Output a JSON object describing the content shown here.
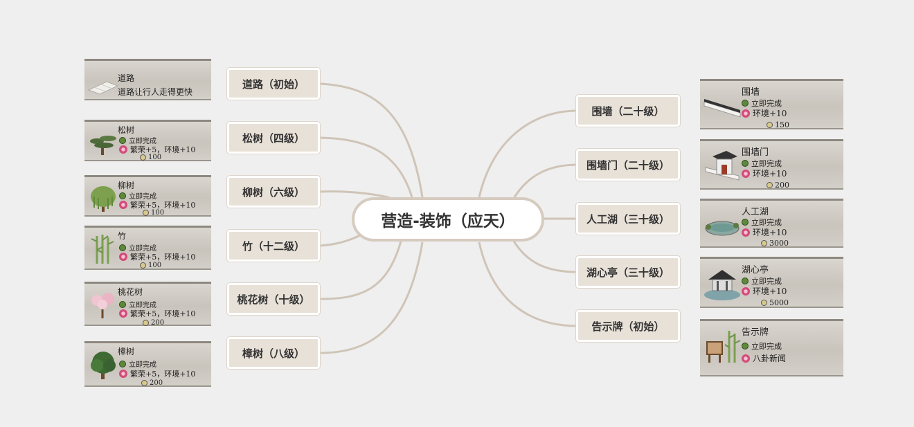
{
  "center": {
    "label": "营造-装饰（应天）"
  },
  "left_branches": [
    {
      "label": "道路（初始）"
    },
    {
      "label": "松树（四级）"
    },
    {
      "label": "柳树（六级）"
    },
    {
      "label": "竹（十二级）"
    },
    {
      "label": "桃花树（十级）"
    },
    {
      "label": "樟树（八级）"
    }
  ],
  "right_branches": [
    {
      "label": "围墙（二十级）"
    },
    {
      "label": "围墙门（二十级）"
    },
    {
      "label": "人工湖（三十级）"
    },
    {
      "label": "湖心亭（三十级）"
    },
    {
      "label": "告示牌（初始）"
    }
  ],
  "left_cards": [
    {
      "title": "道路",
      "desc": "道路让行人走得更快"
    },
    {
      "title": "松树",
      "status": "立即完成",
      "effect": "繁荣+5，环境+10",
      "cost": "100"
    },
    {
      "title": "柳树",
      "status": "立即完成",
      "effect": "繁荣+5，环境+10",
      "cost": "100"
    },
    {
      "title": "竹",
      "status": "立即完成",
      "effect": "繁荣+5，环境+10",
      "cost": "100"
    },
    {
      "title": "桃花树",
      "status": "立即完成",
      "effect": "繁荣+5，环境+10",
      "cost": "200"
    },
    {
      "title": "樟树",
      "status": "立即完成",
      "effect": "繁荣+5，环境+10",
      "cost": "200"
    }
  ],
  "right_cards": [
    {
      "title": "围墙",
      "status": "立即完成",
      "effect": "环境+10",
      "cost": "150"
    },
    {
      "title": "围墙门",
      "status": "立即完成",
      "effect": "环境+10",
      "cost": "200"
    },
    {
      "title": "人工湖",
      "status": "立即完成",
      "effect": "环境+10",
      "cost": "3000"
    },
    {
      "title": "湖心亭",
      "status": "立即完成",
      "effect": "环境+10",
      "cost": "5000"
    },
    {
      "title": "告示牌",
      "status": "立即完成",
      "effect": "八卦新闻"
    }
  ],
  "colors": {
    "link": "#cfc4b7",
    "node_fill": "#e8e1d8",
    "center_border": "#d6cbbf"
  }
}
